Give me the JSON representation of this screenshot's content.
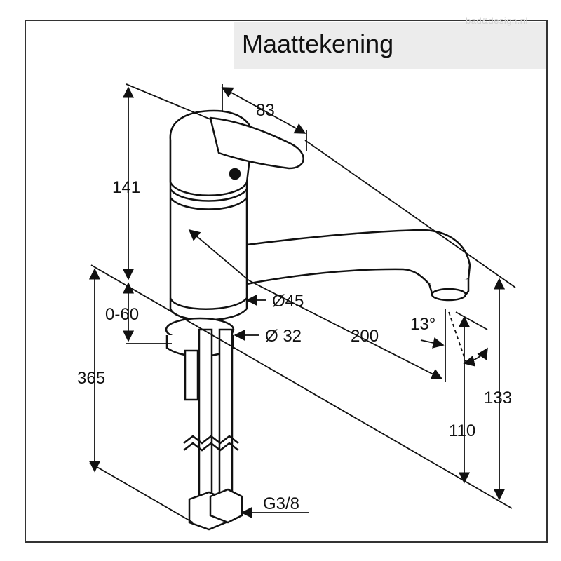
{
  "title": "Maattekening",
  "watermark": "bad&design.nl",
  "dimensions": {
    "handle_width": "83",
    "body_height": "141",
    "deck_range": "0-60",
    "body_diameter": "Ø45",
    "base_diameter": "Ø 32",
    "spout_reach": "200",
    "spout_angle": "13°",
    "hose_length": "365",
    "outlet_height": "110",
    "total_height": "133",
    "connection": "G3/8"
  }
}
